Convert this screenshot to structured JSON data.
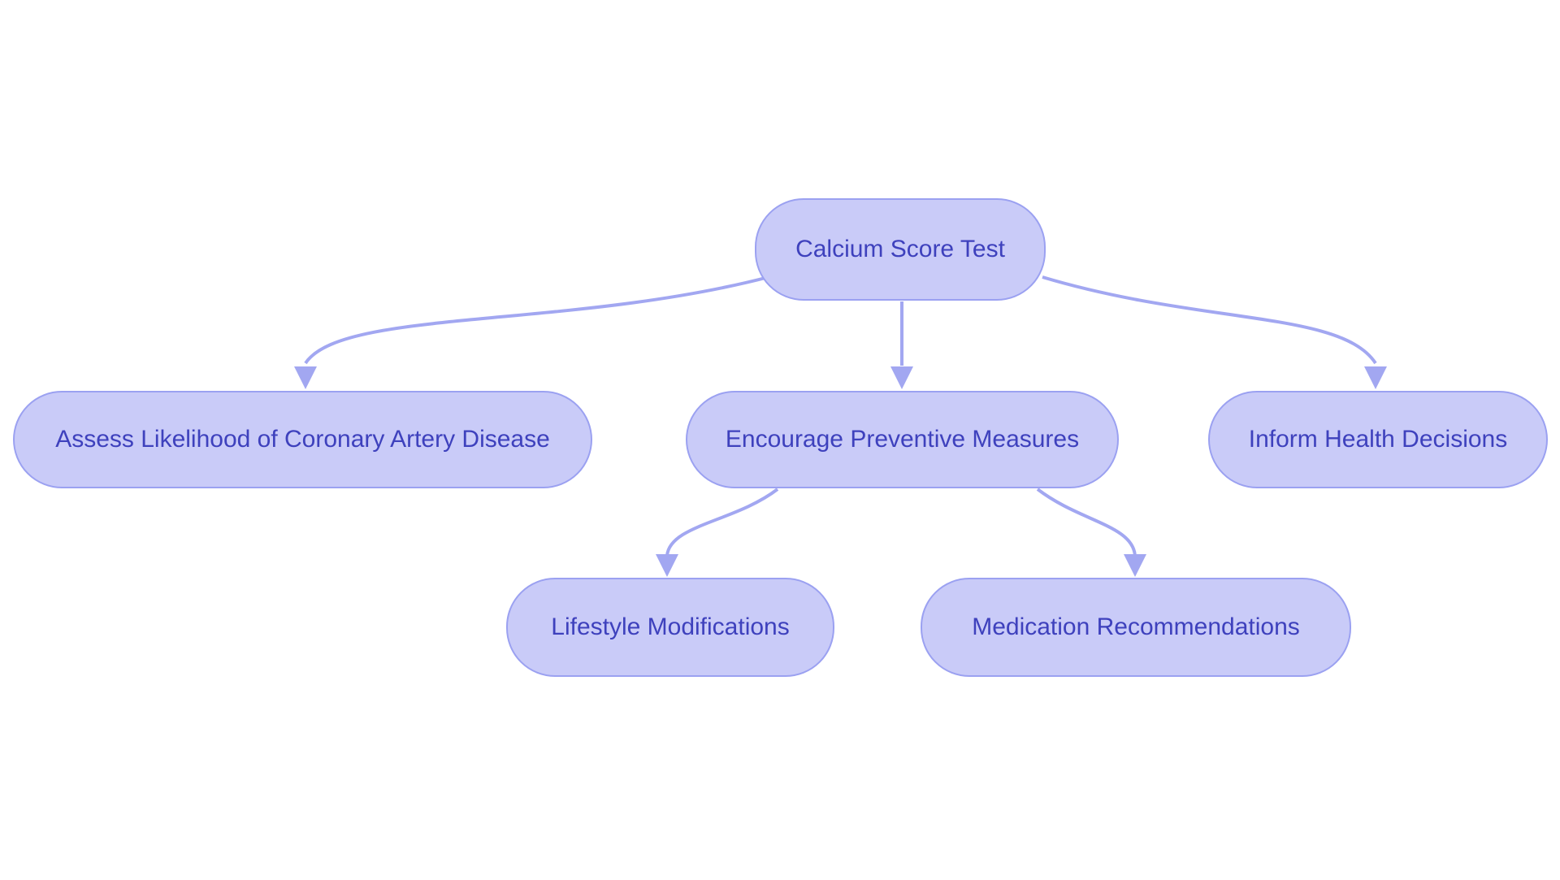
{
  "diagram": {
    "type": "flowchart",
    "direction": "top-down",
    "nodes": {
      "root": {
        "label": "Calcium Score Test"
      },
      "assess": {
        "label": "Assess Likelihood of Coronary Artery Disease"
      },
      "preventive": {
        "label": "Encourage Preventive Measures"
      },
      "inform": {
        "label": "Inform Health Decisions"
      },
      "lifestyle": {
        "label": "Lifestyle Modifications"
      },
      "medication": {
        "label": "Medication Recommendations"
      }
    },
    "edges": [
      {
        "from": "root",
        "to": "assess"
      },
      {
        "from": "root",
        "to": "preventive"
      },
      {
        "from": "root",
        "to": "inform"
      },
      {
        "from": "preventive",
        "to": "lifestyle"
      },
      {
        "from": "preventive",
        "to": "medication"
      }
    ],
    "colors": {
      "background": "#ffffff",
      "node_fill": "#c9cbf8",
      "node_border": "#9ba1f1",
      "node_text": "#3e41bd",
      "edge": "#a2a7f1"
    }
  }
}
